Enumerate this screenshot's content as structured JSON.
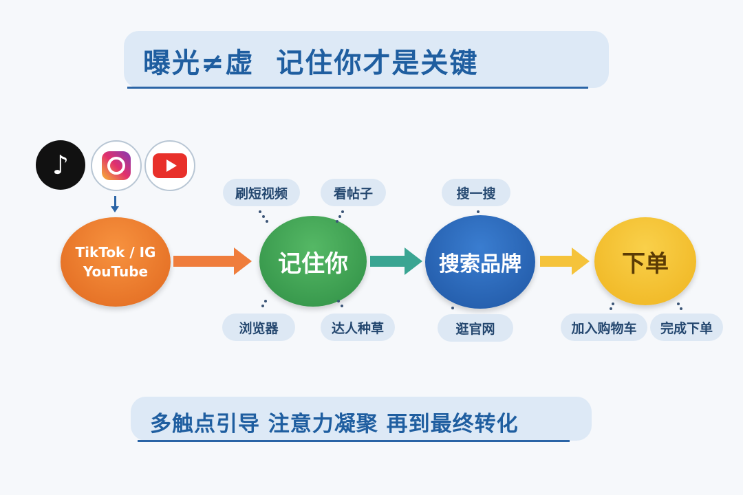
{
  "title": "曝光≠虚  记住你才是关键",
  "footer": "多触点引导 注意力凝聚 再到最终转化",
  "platform_icons": [
    "tiktok-icon",
    "instagram-icon",
    "youtube-icon"
  ],
  "nodes": [
    {
      "line1": "TikTok / IG",
      "line2": "YouTube",
      "color": "#ee7a2b"
    },
    {
      "label": "记住你",
      "color": "#3fa452"
    },
    {
      "label": "搜索品牌",
      "color": "#2a68bb"
    },
    {
      "label": "下单",
      "color": "#f3c02c"
    }
  ],
  "pills": {
    "remember": [
      "刷短视频",
      "看帖子",
      "浏览器",
      "达人种草"
    ],
    "search": [
      "搜一搜",
      "逛官网"
    ],
    "order": [
      "加入购物车",
      "完成下单"
    ]
  },
  "arrow_colors": [
    "#ef7d3c",
    "#3aa592",
    "#f5c33b"
  ]
}
